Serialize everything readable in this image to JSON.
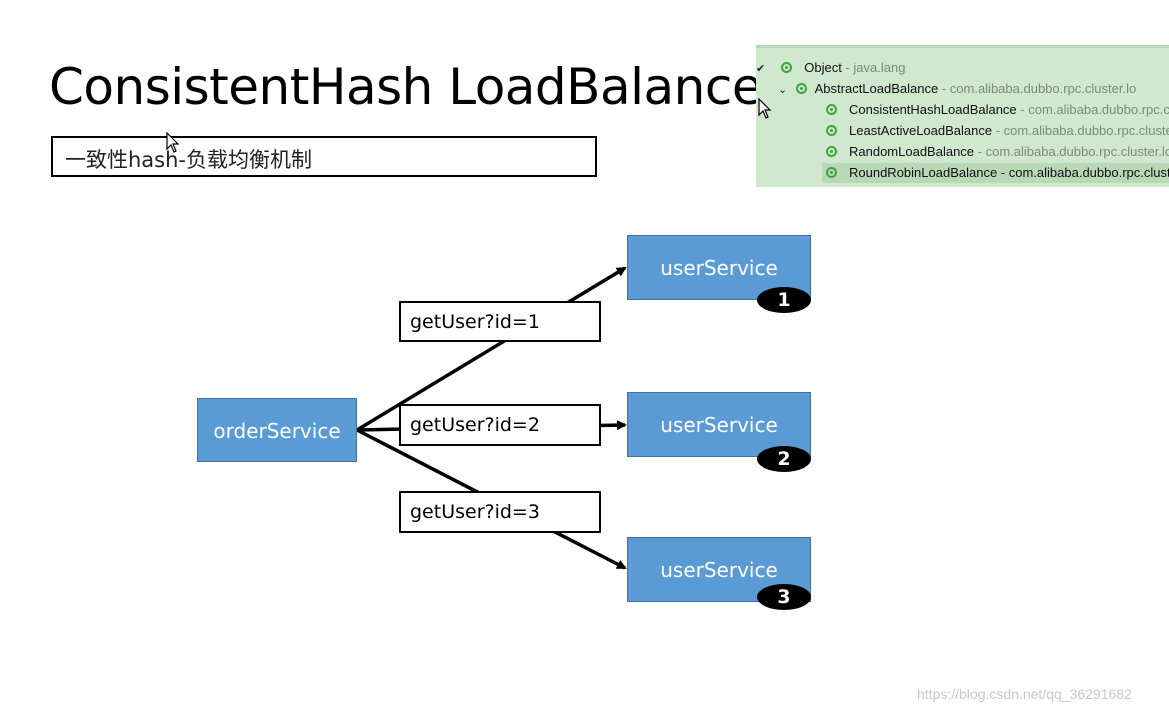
{
  "slide": {
    "title": "ConsistentHash LoadBalance",
    "subtitle": "一致性hash-负载均衡机制"
  },
  "class_tree": {
    "root": {
      "name": "Object",
      "package": " - java.lang"
    },
    "parent": {
      "name": "AbstractLoadBalance",
      "package": " - com.alibaba.dubbo.rpc.cluster.lo"
    },
    "children": [
      {
        "name": "ConsistentHashLoadBalance",
        "package": " - com.alibaba.dubbo.rpc.cluster.loadbalance"
      },
      {
        "name": "LeastActiveLoadBalance",
        "package": " - com.alibaba.dubbo.rpc.cluster.loadbalance"
      },
      {
        "name": "RandomLoadBalance",
        "package": " - com.alibaba.dubbo.rpc.cluster.loadbalance"
      },
      {
        "name": "RoundRobinLoadBalance",
        "package": " - com.alibaba.dubbo.rpc.cluster.loadbalance"
      }
    ],
    "selected_index": 3,
    "icon_color": "#3fa33f"
  },
  "diagram": {
    "source": "orderService",
    "targets": [
      {
        "label": "userService",
        "badge": "1"
      },
      {
        "label": "userService",
        "badge": "2"
      },
      {
        "label": "userService",
        "badge": "3"
      }
    ],
    "requests": [
      "getUser?id=1",
      "getUser?id=2",
      "getUser?id=3"
    ],
    "node_color": "#5b9bd5"
  },
  "watermark": "https://blog.csdn.net/qq_36291682"
}
